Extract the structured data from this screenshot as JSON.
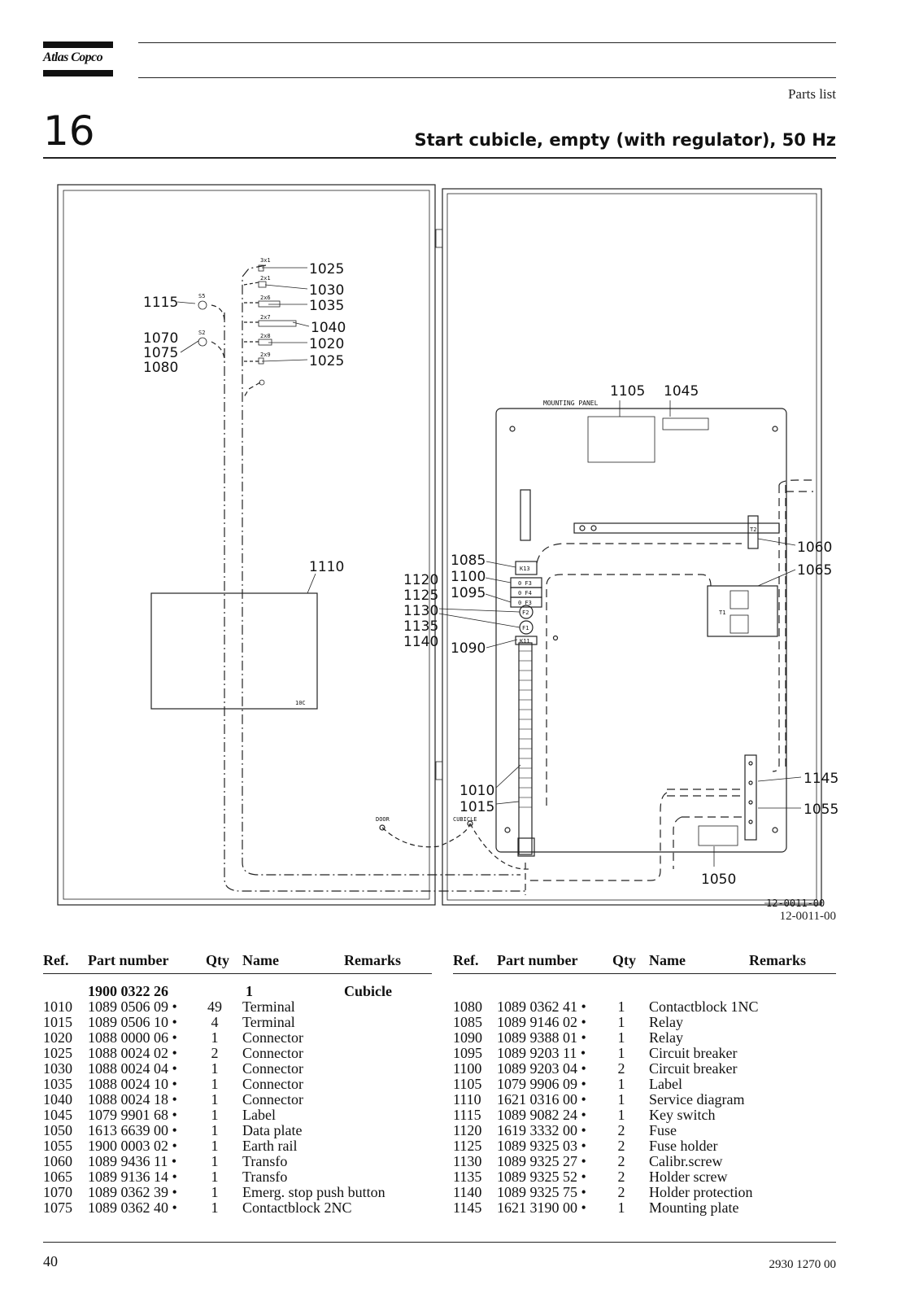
{
  "header": {
    "brand": "Atlas Copco",
    "section": "Parts list"
  },
  "chapter": {
    "number": "16",
    "title": "Start cubicle, empty (with regulator), 50 Hz"
  },
  "drawing": {
    "callouts": {
      "r1025a": "1025",
      "r1030": "1030",
      "r1035": "1035",
      "r1040": "1040",
      "r1020": "1020",
      "r1025b": "1025",
      "r1115": "1115",
      "r1070": "1070",
      "r1075": "1075",
      "r1080": "1080",
      "r1110": "1110",
      "r1105": "1105",
      "r1045": "1045",
      "r1060": "1060",
      "r1065": "1065",
      "r1085": "1085",
      "r1100": "1100",
      "r1095": "1095",
      "r1120": "1120",
      "r1125": "1125",
      "r1130": "1130",
      "r1135": "1135",
      "r1140": "1140",
      "r1090": "1090",
      "r1010": "1010",
      "r1015": "1015",
      "r1145": "1145",
      "r1055": "1055",
      "r1050": "1050"
    },
    "small_labels": {
      "c3x1": "3x1",
      "c2x1": "2x1",
      "c2x6": "2x6",
      "c2x7": "2x7",
      "c2x8": "2x8",
      "c2x9": "2x9",
      "s5": "S5",
      "s2": "S2",
      "mounting_panel": "MOUNTING PANEL",
      "box_code": "10C",
      "door": "DOOR",
      "cubicle": "CUBICLE",
      "k13": "K13",
      "f3a": "0 F3",
      "f4": "0 F4",
      "f3b": "0 F3",
      "f2": "F2",
      "f1": "F1",
      "k11": "K11",
      "t1": "T1",
      "t2": "T2"
    },
    "code_inner": "12-0011-00",
    "code": "12-0011-00"
  },
  "columns": {
    "ref": "Ref.",
    "part": "Part number",
    "qty": "Qty",
    "name": "Name",
    "remarks": "Remarks"
  },
  "left_table": {
    "assembly": {
      "ref": "",
      "part": "1900 0322 26",
      "qty": "1",
      "name": "Cubicle",
      "remarks": ""
    },
    "rows": [
      {
        "ref": "1010",
        "part": "1089 0506 09 •",
        "qty": "49",
        "name": "Terminal"
      },
      {
        "ref": "1015",
        "part": "1089 0506 10 •",
        "qty": "4",
        "name": "Terminal"
      },
      {
        "ref": "1020",
        "part": "1088 0000 06 •",
        "qty": "1",
        "name": "Connector"
      },
      {
        "ref": "1025",
        "part": "1088 0024 02 •",
        "qty": "2",
        "name": "Connector"
      },
      {
        "ref": "1030",
        "part": "1088 0024 04 •",
        "qty": "1",
        "name": "Connector"
      },
      {
        "ref": "1035",
        "part": "1088 0024 10 •",
        "qty": "1",
        "name": "Connector"
      },
      {
        "ref": "1040",
        "part": "1088 0024 18 •",
        "qty": "1",
        "name": "Connector"
      },
      {
        "ref": "1045",
        "part": "1079 9901 68 •",
        "qty": "1",
        "name": "Label"
      },
      {
        "ref": "1050",
        "part": "1613 6639 00 •",
        "qty": "1",
        "name": "Data plate"
      },
      {
        "ref": "1055",
        "part": "1900 0003 02 •",
        "qty": "1",
        "name": "Earth rail"
      },
      {
        "ref": "1060",
        "part": "1089 9436 11 •",
        "qty": "1",
        "name": "Transfo"
      },
      {
        "ref": "1065",
        "part": "1089 9136 14 •",
        "qty": "1",
        "name": "Transfo"
      },
      {
        "ref": "1070",
        "part": "1089 0362 39 •",
        "qty": "1",
        "name": "Emerg. stop push button"
      },
      {
        "ref": "1075",
        "part": "1089 0362 40 •",
        "qty": "1",
        "name": "Contactblock 2NC"
      }
    ]
  },
  "right_table": {
    "rows": [
      {
        "ref": "1080",
        "part": "1089 0362 41 •",
        "qty": "1",
        "name": "Contactblock 1NC"
      },
      {
        "ref": "1085",
        "part": "1089 9146 02 •",
        "qty": "1",
        "name": "Relay"
      },
      {
        "ref": "1090",
        "part": "1089 9388 01 •",
        "qty": "1",
        "name": "Relay"
      },
      {
        "ref": "1095",
        "part": "1089 9203 11 •",
        "qty": "1",
        "name": "Circuit breaker"
      },
      {
        "ref": "1100",
        "part": "1089 9203 04 •",
        "qty": "2",
        "name": "Circuit breaker"
      },
      {
        "ref": "1105",
        "part": "1079 9906 09 •",
        "qty": "1",
        "name": "Label"
      },
      {
        "ref": "1110",
        "part": "1621 0316 00 •",
        "qty": "1",
        "name": "Service diagram"
      },
      {
        "ref": "1115",
        "part": "1089 9082 24 •",
        "qty": "1",
        "name": "Key switch"
      },
      {
        "ref": "1120",
        "part": "1619 3332 00 •",
        "qty": "2",
        "name": "Fuse"
      },
      {
        "ref": "1125",
        "part": "1089 9325 03 •",
        "qty": "2",
        "name": "Fuse holder"
      },
      {
        "ref": "1130",
        "part": "1089 9325 27 •",
        "qty": "2",
        "name": "Calibr.screw"
      },
      {
        "ref": "1135",
        "part": "1089 9325 52 •",
        "qty": "2",
        "name": "Holder screw"
      },
      {
        "ref": "1140",
        "part": "1089 9325 75 •",
        "qty": "2",
        "name": "Holder protection"
      },
      {
        "ref": "1145",
        "part": "1621 3190 00 •",
        "qty": "1",
        "name": "Mounting plate"
      }
    ]
  },
  "footer": {
    "page": "40",
    "doc_number": "2930 1270 00"
  }
}
